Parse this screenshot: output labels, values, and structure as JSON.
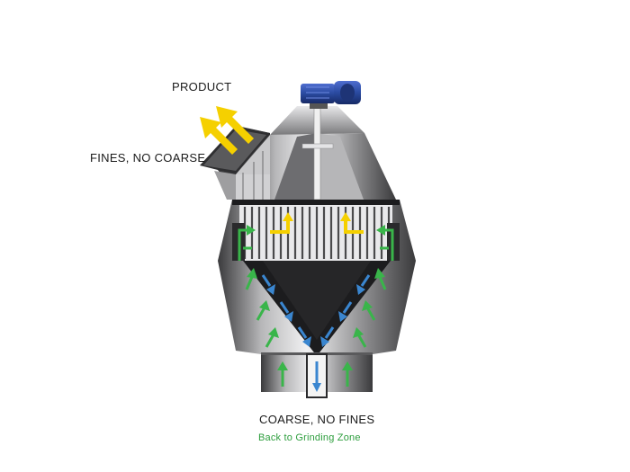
{
  "labels": {
    "product": "PRODUCT",
    "fines_no_coarse": "FINES, NO COARSE",
    "coarse_no_fines": "COARSE, NO FINES",
    "back_to_grinding": "Back to Grinding Zone"
  },
  "colors": {
    "product_arrow": "#f5d000",
    "upflow_arrow": "#39b54a",
    "downflow_arrow": "#3a86d0",
    "motor": "#2a4aa0",
    "metal_dark": "#3c3c3e",
    "metal_light": "#d9d9db",
    "cone_interior": "#1c1c1e"
  },
  "icons": [
    "product-arrow-icon",
    "upflow-arrow-icon",
    "downflow-arrow-icon",
    "motor-icon"
  ]
}
